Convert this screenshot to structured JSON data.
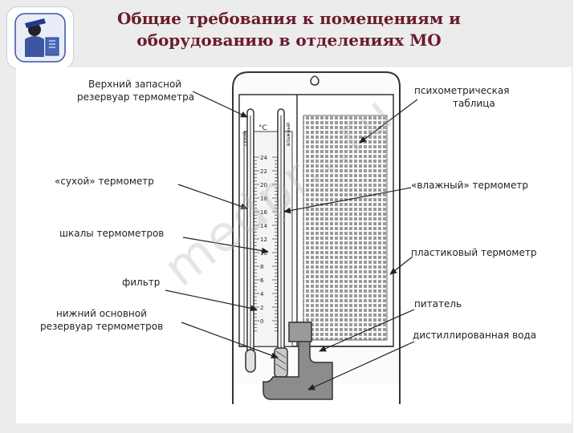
{
  "title": {
    "line1": "Общие требования к помещениям и",
    "line2": "оборудованию  в отделениях МО"
  },
  "watermark": "medpr...ru",
  "figure": {
    "unit_symbol": "°C",
    "thermometer_marks": [
      "сухой",
      "влажный"
    ],
    "scale_ticks": [
      "24",
      "22",
      "20",
      "18",
      "16",
      "14",
      "12",
      "10",
      "8",
      "6",
      "4",
      "2",
      "0"
    ],
    "labels": {
      "upper_reservoir_1": "Верхний запасной",
      "upper_reservoir_2": "резервуар термометра",
      "dry_thermometer": "«сухой» термометр",
      "scales": "шкалы термометров",
      "filter": "фильтр",
      "lower_reservoir_1": "нижний основной",
      "lower_reservoir_2": "резервуар термометров",
      "psychro_table_1": "психометрическая",
      "psychro_table_2": "таблица",
      "wet_thermometer": "«влажный» термометр",
      "plastic_thermometer": "пластиковый термометр",
      "feeder": "питатель",
      "distilled_water": "дистиллированная вода"
    }
  },
  "colors": {
    "title": "#6a1b2b",
    "background": "#ececec",
    "water": "#8c8c8c"
  },
  "icons": [
    "logo-icon"
  ]
}
